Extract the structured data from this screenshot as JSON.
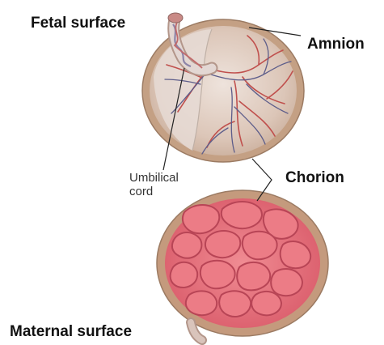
{
  "labels": {
    "fetal_surface": "Fetal surface",
    "amnion": "Amnion",
    "chorion": "Chorion",
    "umbilical_line1": "Umbilical",
    "umbilical_line2": "cord",
    "maternal_surface": "Maternal surface"
  },
  "colors": {
    "rim": "#c9a07f",
    "membrane": "#ddc4b4",
    "artery": "#c0504d",
    "vein": "#5d5d8a",
    "cotyledon": "#e46b76",
    "cotyledon_groove": "#b84556"
  }
}
